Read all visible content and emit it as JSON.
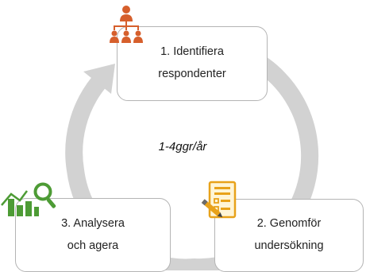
{
  "center": {
    "label": "1-4ggr/år"
  },
  "steps": [
    {
      "line1": "1. Identifiera",
      "line2": "respondenter"
    },
    {
      "line1": "2. Genomför",
      "line2": "undersökning"
    },
    {
      "line1": "3. Analysera",
      "line2": "och agera"
    }
  ],
  "icons": {
    "step1": "org-chart-icon",
    "step2": "form-pencil-icon",
    "step3": "bar-chart-magnifier-icon"
  },
  "colors": {
    "cycle_arrow": "#d2d2d2",
    "box_border": "#b4b4b4",
    "org_icon": "#d65f2c",
    "form_icon": "#e8a21a",
    "chart_icon": "#4d9b35"
  }
}
